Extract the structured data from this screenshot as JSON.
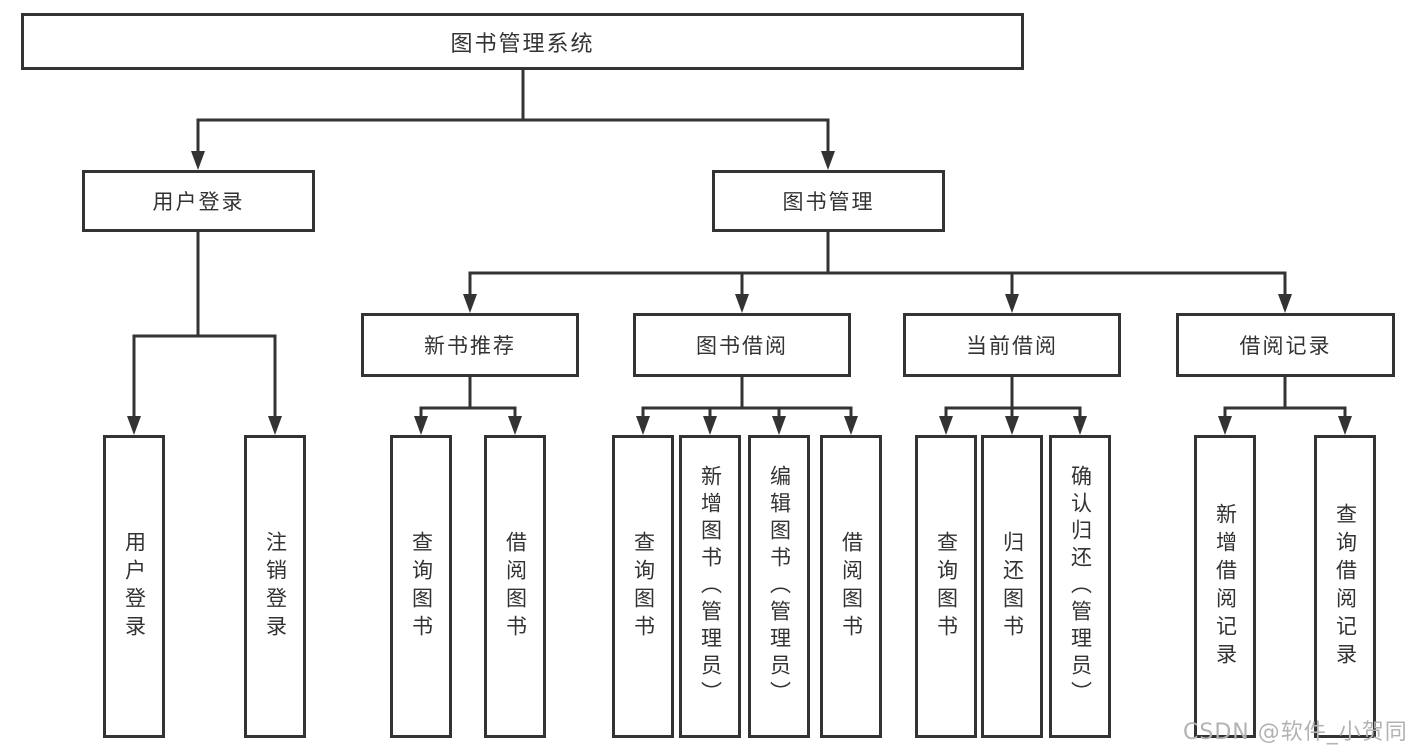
{
  "tree": {
    "label": "图书管理系统",
    "children": [
      {
        "label": "用户登录",
        "children": [
          {
            "label": "用户登录"
          },
          {
            "label": "注销登录"
          }
        ]
      },
      {
        "label": "图书管理",
        "children": [
          {
            "label": "新书推荐",
            "children": [
              {
                "label": "查询图书"
              },
              {
                "label": "借阅图书"
              }
            ]
          },
          {
            "label": "图书借阅",
            "children": [
              {
                "label": "查询图书"
              },
              {
                "label": "新增图书（管理员）"
              },
              {
                "label": "编辑图书（管理员）"
              },
              {
                "label": "借阅图书"
              }
            ]
          },
          {
            "label": "当前借阅",
            "children": [
              {
                "label": "查询图书"
              },
              {
                "label": "归还图书"
              },
              {
                "label": "确认归还（管理员）"
              }
            ]
          },
          {
            "label": "借阅记录",
            "children": [
              {
                "label": "新增借阅记录"
              },
              {
                "label": "查询借阅记录"
              }
            ]
          }
        ]
      }
    ]
  },
  "watermark": {
    "text": "CSDN @软件_小贺同学"
  },
  "colors": {
    "line": "#333333",
    "box_border": "#333333",
    "text": "#333333",
    "watermark": "#b3b3b3",
    "background": "#ffffff"
  }
}
